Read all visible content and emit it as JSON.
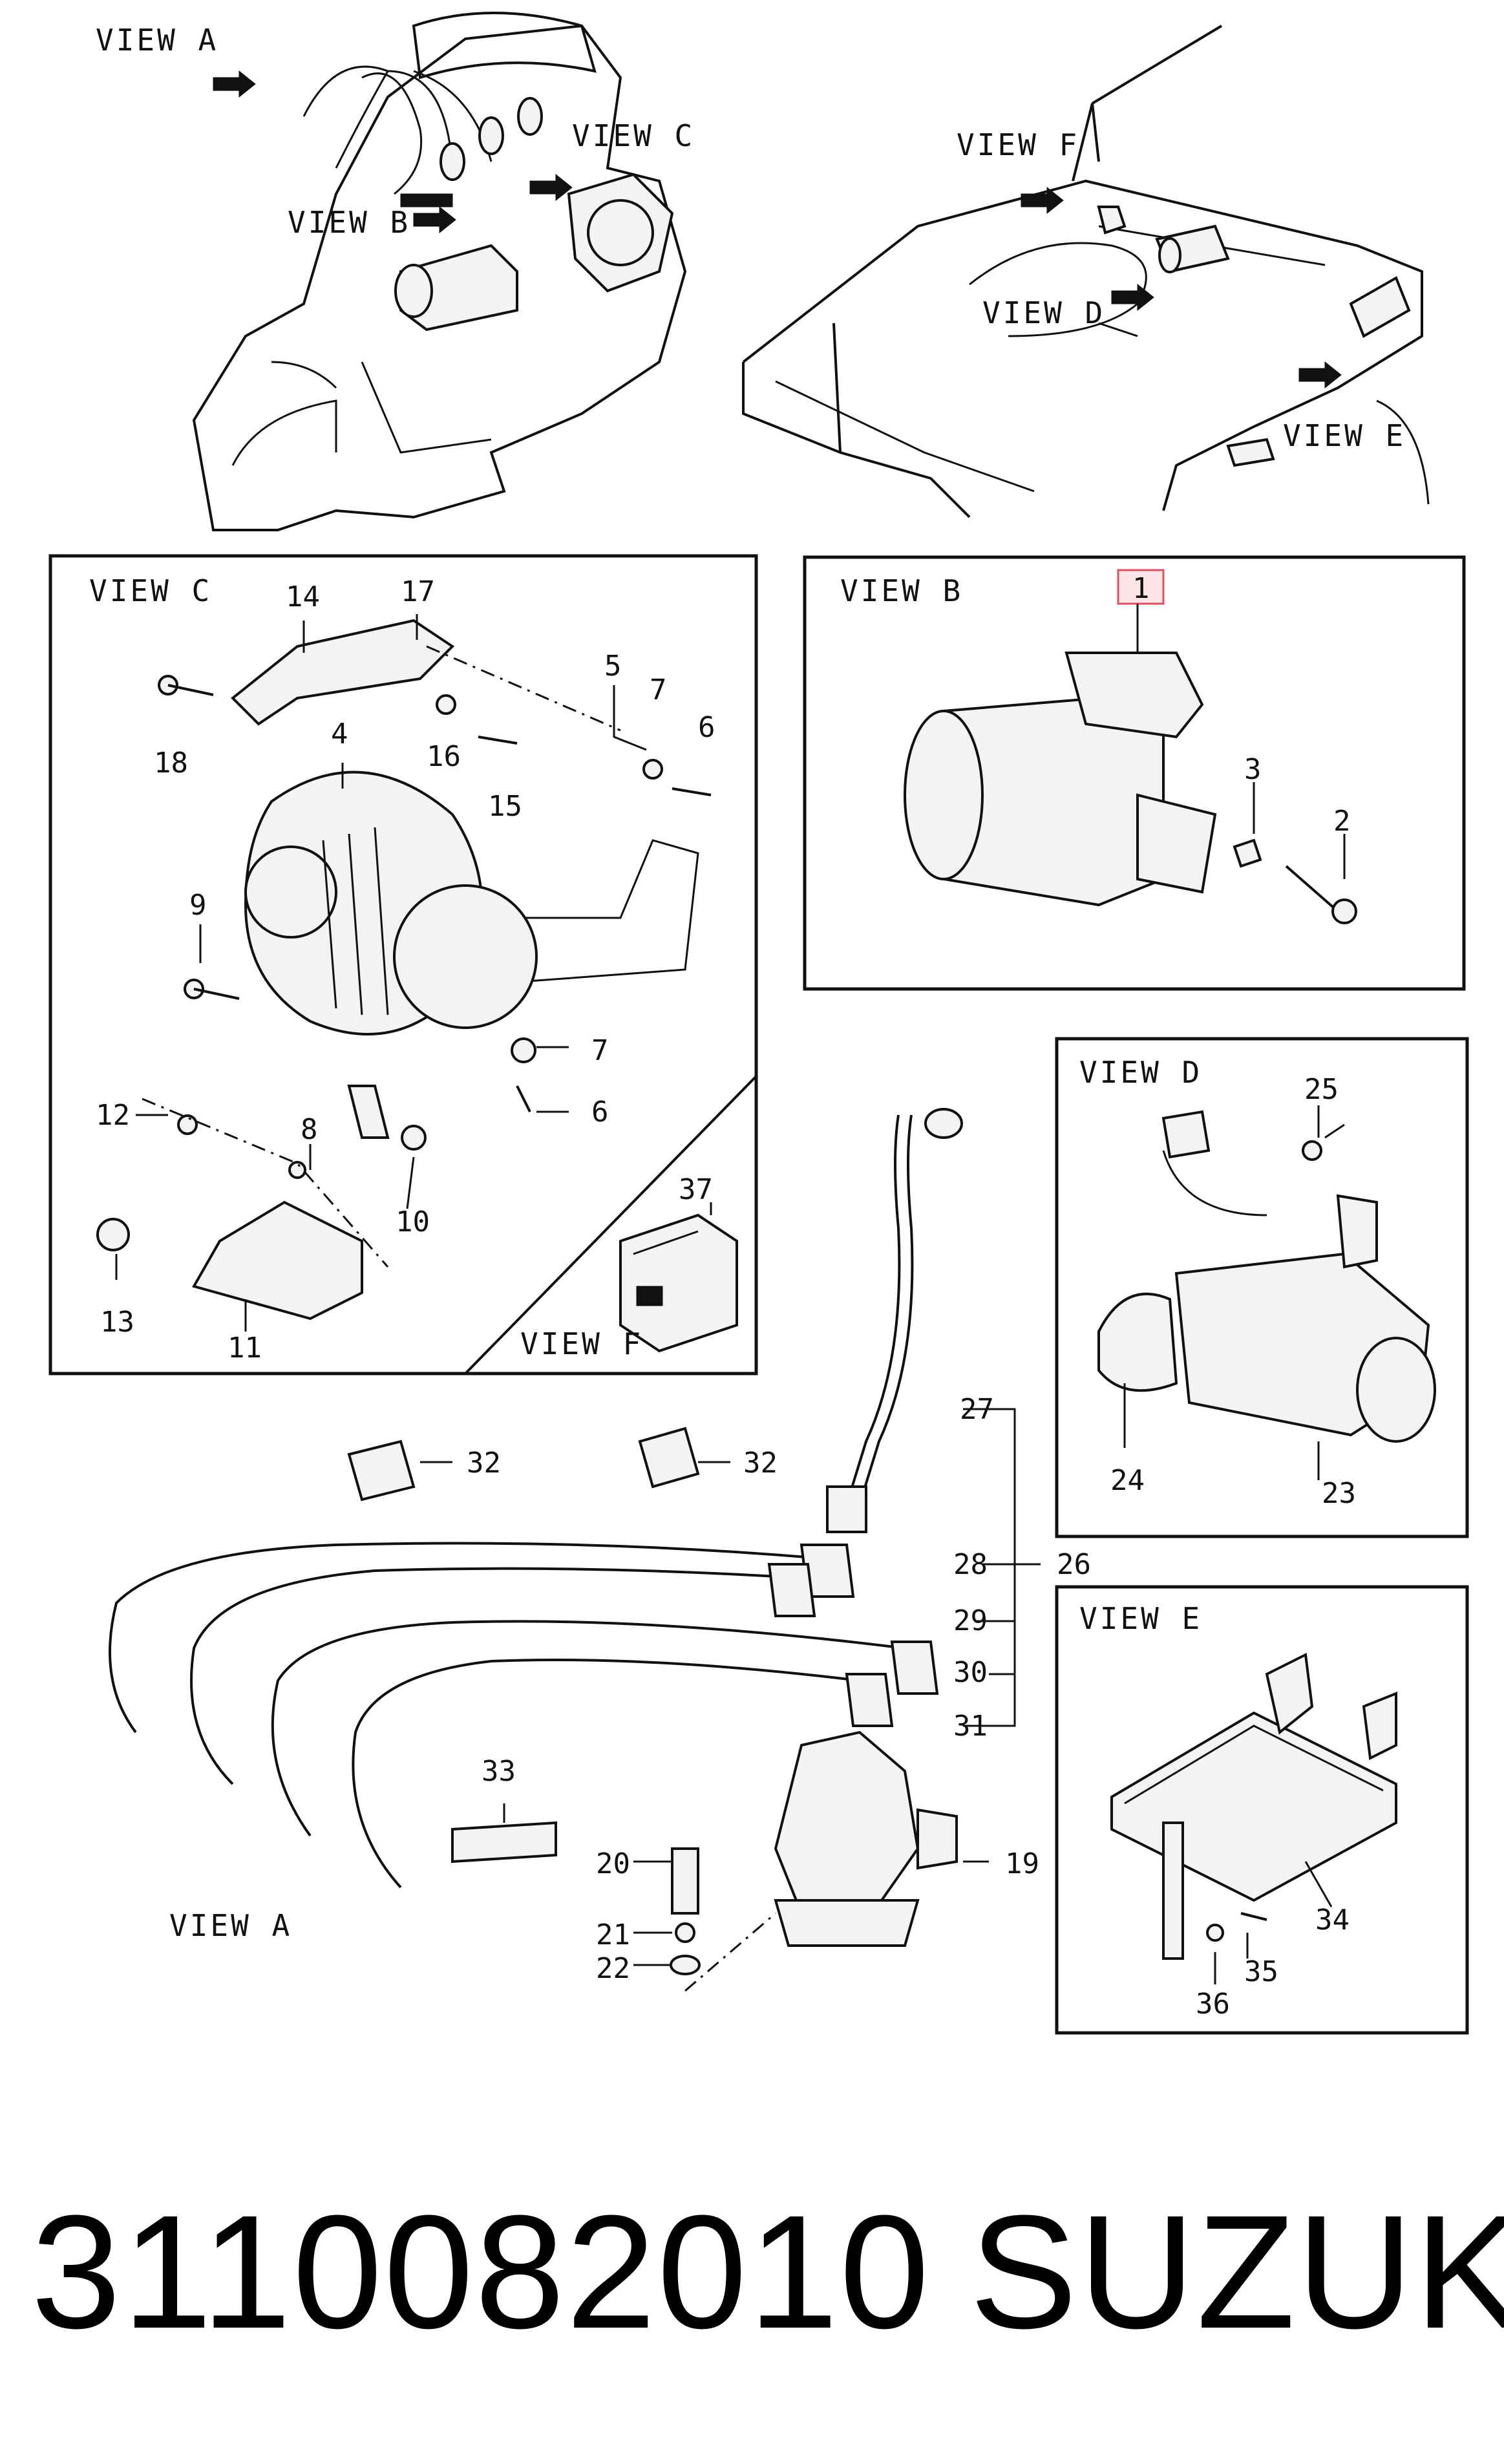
{
  "views": {
    "view_a_top": "VIEW A",
    "view_b_top": "VIEW B",
    "view_c_top": "VIEW C",
    "view_f_top": "VIEW F",
    "view_d_top": "VIEW D",
    "view_e_top": "VIEW E",
    "view_c_panel": "VIEW C",
    "view_b_panel": "VIEW B",
    "view_d_panel": "VIEW D",
    "view_e_panel": "VIEW E",
    "view_f_panel": "VIEW F",
    "view_a_bottom": "VIEW A"
  },
  "callouts": {
    "c1": "1",
    "c2": "2",
    "c3": "3",
    "c4": "4",
    "c5": "5",
    "c6a": "6",
    "c6b": "6",
    "c7a": "7",
    "c7b": "7",
    "c8": "8",
    "c9": "9",
    "c10": "10",
    "c11": "11",
    "c12": "12",
    "c13": "13",
    "c14": "14",
    "c15": "15",
    "c16": "16",
    "c17": "17",
    "c18": "18",
    "c19": "19",
    "c20": "20",
    "c21": "21",
    "c22": "22",
    "c23": "23",
    "c24": "24",
    "c25": "25",
    "c26": "26",
    "c27": "27",
    "c28": "28",
    "c29": "29",
    "c30": "30",
    "c31": "31",
    "c32a": "32",
    "c32b": "32",
    "c33": "33",
    "c34": "34",
    "c35": "35",
    "c36": "36",
    "c37": "37"
  },
  "highlighted_callout": "1",
  "colors": {
    "highlight_fill": "#fde4e6",
    "highlight_stroke": "#e0505e",
    "ink": "#111111"
  },
  "footer": {
    "part_number": "3110082010",
    "brand": "SUZUKI"
  }
}
